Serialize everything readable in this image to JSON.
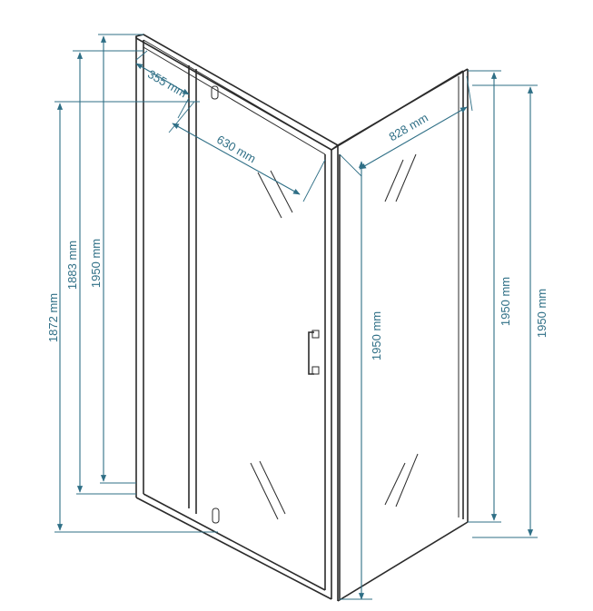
{
  "colors": {
    "dimension": "#2f6f86",
    "frame": "#2b2b2b",
    "background": "#ffffff"
  },
  "dimensions": {
    "door_top_offset": "355 mm",
    "door_width": "630 mm",
    "side_width": "828 mm",
    "height_1872": "1872 mm",
    "height_1883": "1883 mm",
    "height_1950_left": "1950 mm",
    "height_1950_center": "1950 mm",
    "height_1950_right_a": "1950 mm",
    "height_1950_right_b": "1950 mm"
  }
}
